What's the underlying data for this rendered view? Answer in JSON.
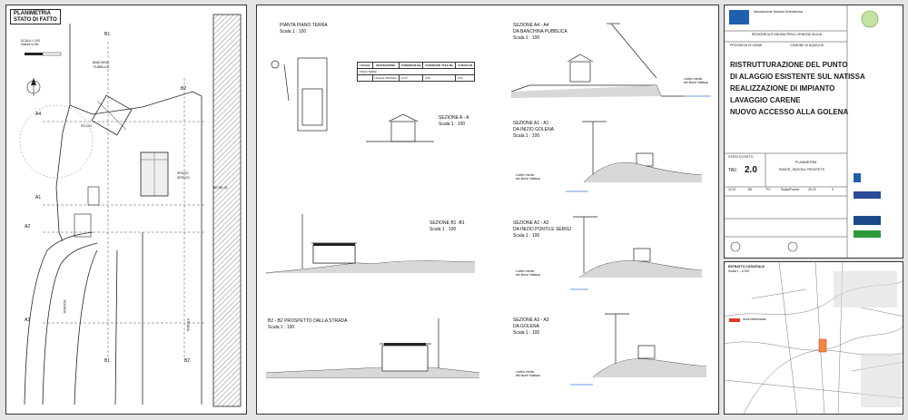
{
  "plan": {
    "title_line1": "PLANIMETRIA",
    "title_line2": "STATO DI FATTO",
    "scale_line1": "SCALA 1:100",
    "scale_line2": "misure in ML",
    "labels": {
      "banchina": "BANCHINA",
      "pubblica": "PUBBLICA",
      "piccio": "PICCIO",
      "spazio": "SPAZIO",
      "servizi": "SERVIZI",
      "a1": "A1",
      "a2": "A2",
      "a3": "A3",
      "a4": "A4",
      "b1": "B1",
      "b2": "B2",
      "golena": "GOLENA",
      "strada": "STRADA",
      "sereol": "SE.RE.OL"
    }
  },
  "sections": {
    "pianta_title": "PIANTA PIANO TERRA",
    "pianta_scale": "Scala 1 : 100",
    "table": {
      "headers": [
        "LOCALE",
        "DESTINAZIONE",
        "SUPERFICIE Mq",
        "SUPERFICIE UTILE Mq",
        "ALTEZZA Ml"
      ],
      "row_title": "PIANO TERRA",
      "row": [
        "",
        "LOCALE TECNICO",
        "12,07",
        "9,60",
        "2,50"
      ]
    },
    "aa_title": "SEZIONE A - A",
    "aa_scale": "Scala 1 : 100",
    "bb1_title": "SEZIONE B1 -B1",
    "bb1_scale": "Scala 1 : 100",
    "b2_title": "B2 - B2 PROSPETTO DALLA STRADA",
    "b2_scale": "Scala 1 : 100",
    "a4_title": "SEZIONE A4 - A4",
    "a4_sub": "DA BANCHINA PUBBLICA",
    "a4_scale": "Scala 1 : 100",
    "a1_title": "SEZIONE A1 - A1",
    "a1_sub": "DA INIZIO GOLENA",
    "a1_scale": "Scala 1 : 100",
    "a2_title": "SEZIONE A2 - A2",
    "a2_sub": "DA INIZIO PONTILE SERIGI",
    "a2_scale": "Scala 1 : 100",
    "a3_title": "SEZIONE A3 - A3",
    "a3_sub": "DA GOLENA",
    "a3_scale": "Scala 1 : 100",
    "livello": "Livello medio",
    "fiume": "del fiume Natissa"
  },
  "titleblock": {
    "org": "Associazione Nautica Serenissima",
    "provincia": "PROVINCIA DI UDINE",
    "comune": "COMUNE DI AQUILEIA",
    "regione": "REGIONE AUTONOMA FRIULI VENEZIA GIULIA",
    "title_lines": [
      "RISTRUTTURAZIONE DEL PUNTO",
      "DI ALAGGIO ESISTENTE SUL NATISSA",
      "REALIZZAZIONE DI IMPIANTO",
      "LAVAGGIO CARENE",
      "NUOVO ACCESSO ALLA GOLENA"
    ],
    "stato": "STATO DI FATTO",
    "tav_label": "TAV.",
    "tav_num": "2.0",
    "sheet_title": "PLANIMETRIA",
    "sheet_sub": "PIANTE, SEZIONI, PROSPETTI",
    "cells": [
      "12,07",
      "89",
      "PC",
      "Scala/Forma",
      "20.20",
      "0"
    ]
  },
  "estratto": {
    "title": "ESTRATTO CATASTALE",
    "scale": "Scala 1 : 4.000",
    "legend": "Area interessata"
  }
}
